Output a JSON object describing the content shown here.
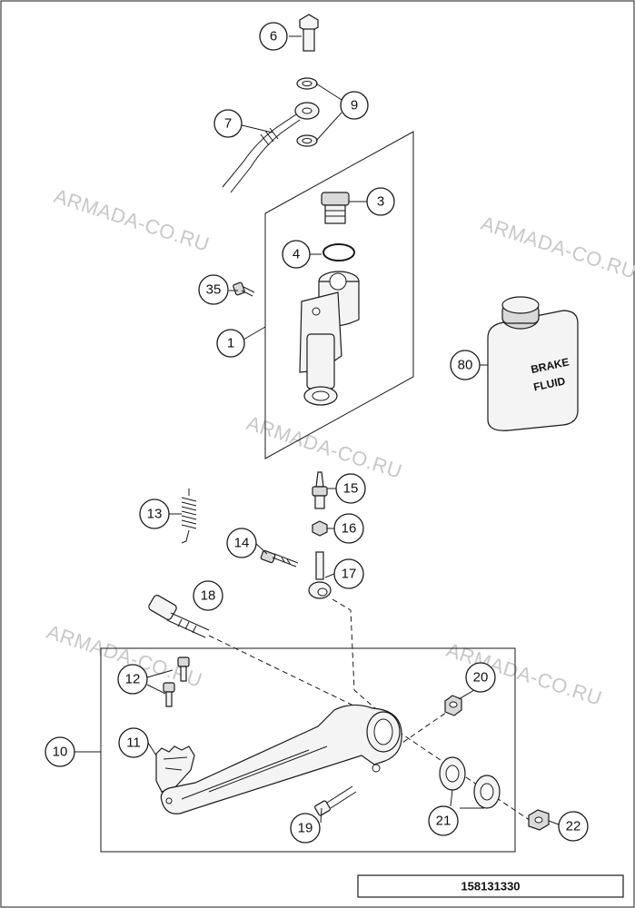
{
  "watermark": "ARMADA-CO.RU",
  "can_label_line1": "BRAKE",
  "can_label_line2": "FLUID",
  "drawing_number": "158131330",
  "callouts": {
    "c1": "1",
    "c3": "3",
    "c4": "4",
    "c6": "6",
    "c7": "7",
    "c9": "9",
    "c10": "10",
    "c11": "11",
    "c12": "12",
    "c13": "13",
    "c14": "14",
    "c15": "15",
    "c16": "16",
    "c17": "17",
    "c18": "18",
    "c19": "19",
    "c20": "20",
    "c21": "21",
    "c22": "22",
    "c35": "35",
    "c80": "80"
  }
}
